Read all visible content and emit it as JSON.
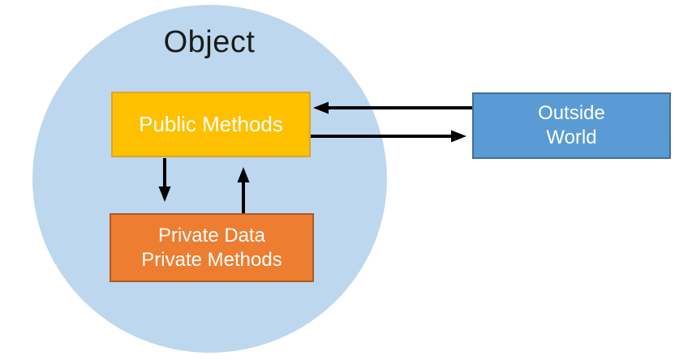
{
  "diagram": {
    "title": "Object",
    "nodes": {
      "public_methods": {
        "label": "Public Methods"
      },
      "private": {
        "lines": [
          "Private Data",
          "Private Methods"
        ]
      },
      "outside_world": {
        "lines": [
          "Outside",
          "World"
        ]
      }
    },
    "arrows": [
      {
        "name": "outside-world-to-public-methods",
        "direction": "left"
      },
      {
        "name": "public-methods-to-outside-world",
        "direction": "right"
      },
      {
        "name": "public-methods-to-private",
        "direction": "down"
      },
      {
        "name": "private-to-public-methods",
        "direction": "up"
      }
    ],
    "colors": {
      "background": "#FFFFFF",
      "circle_fill": "#BDD7EE",
      "title_text": "#1A1A1A",
      "public_fill": "#FFC000",
      "public_border": "#DFA32E",
      "private_fill": "#ED7D31",
      "private_border": "#AE5A21",
      "outside_fill": "#5B9BD5",
      "outside_border": "#41719C",
      "box_text": "#FFFFFF",
      "arrow": "#000000"
    }
  }
}
